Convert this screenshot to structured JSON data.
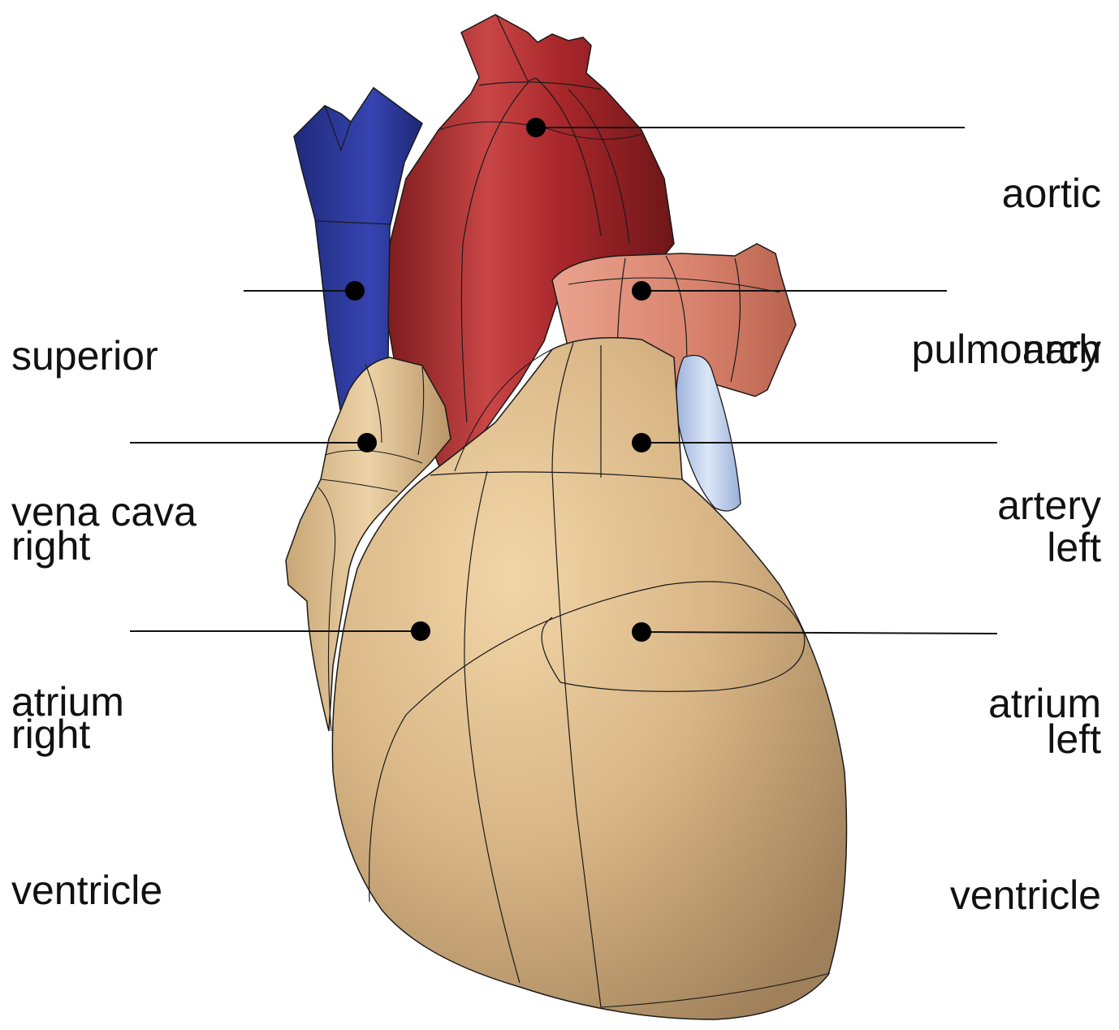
{
  "labels": {
    "aortic_arch": [
      "aortic",
      "arch"
    ],
    "pulmonary_artery": [
      "pulmonary",
      "artery"
    ],
    "left_atrium": [
      "left",
      "atrium"
    ],
    "left_ventricle": [
      "left",
      "ventricle"
    ],
    "superior_vena_cava": [
      "superior",
      "vena cava"
    ],
    "right_atrium": [
      "right",
      "atrium"
    ],
    "right_ventricle": [
      "right",
      "ventricle"
    ]
  },
  "colors": {
    "aorta": "#b32e30",
    "vena_cava": "#2c3a9c",
    "pulmonary_artery": "#d88670",
    "myocardium": "#d9b88a",
    "left_atrium_appendage": "#b8c8e8",
    "outline": "#1a1a1a"
  }
}
